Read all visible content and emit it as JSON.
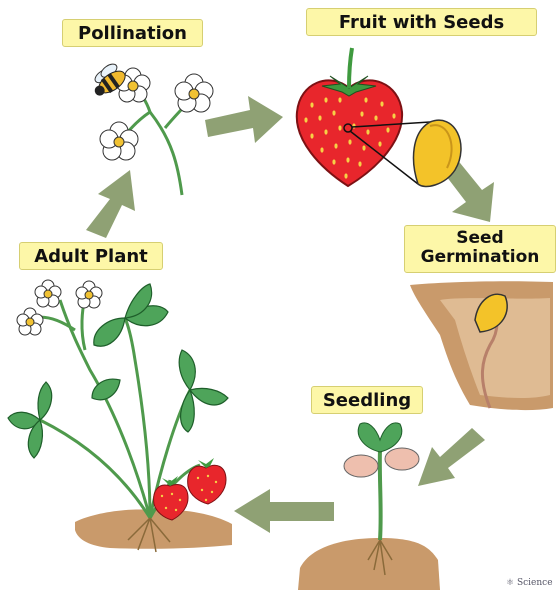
{
  "stages": {
    "pollination": "Pollination",
    "fruit": "Fruit with Seeds",
    "germination_line1": "Seed",
    "germination_line2": "Germination",
    "seedling": "Seedling",
    "adult": "Adult Plant"
  },
  "watermark": "Science",
  "colors": {
    "label_bg": "#fdf7a8",
    "arrow": "#8fa174",
    "soil": "#c99a6b",
    "strawberry": "#e8262c",
    "leaf": "#4ea45a",
    "seed": "#f3c329"
  }
}
